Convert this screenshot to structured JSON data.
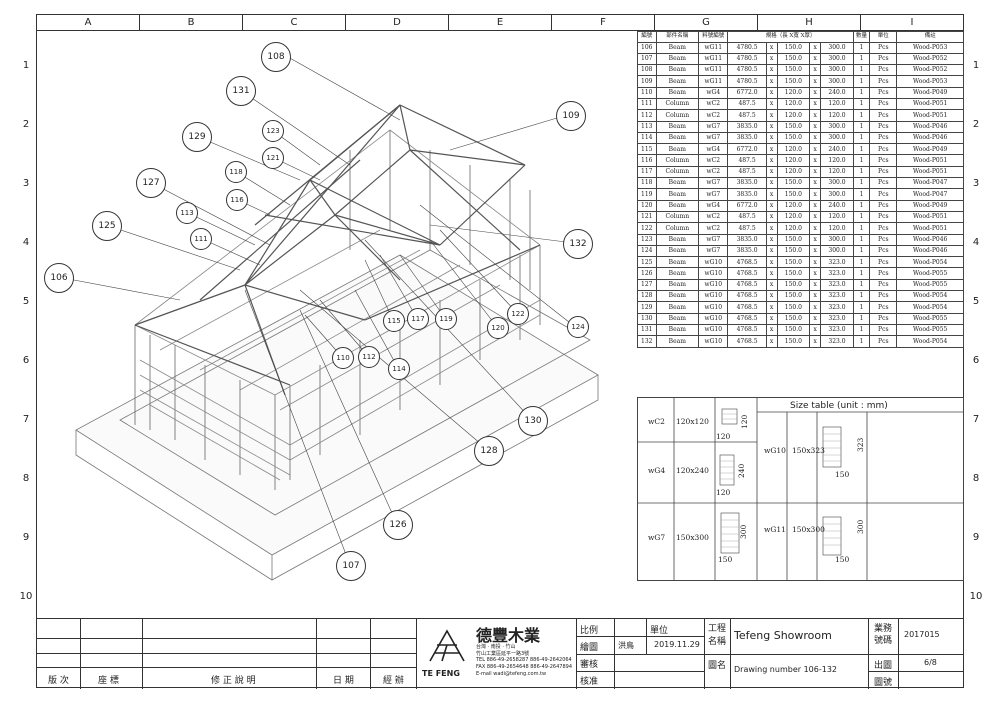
{
  "columns": [
    "A",
    "B",
    "C",
    "D",
    "E",
    "F",
    "G",
    "H",
    "I"
  ],
  "rows": [
    "1",
    "2",
    "3",
    "4",
    "5",
    "6",
    "7",
    "8",
    "9",
    "10"
  ],
  "parts_table": {
    "headers": [
      "編號",
      "部件名稱",
      "料號編號",
      "規格（長 X寬 X厚）",
      "",
      "",
      "",
      "",
      "數量",
      "單位",
      "備註"
    ],
    "rows": [
      [
        "106",
        "Beam",
        "wG11",
        "4780.5",
        "x",
        "150.0",
        "x",
        "300.0",
        "1",
        "Pcs",
        "Wood-P053"
      ],
      [
        "107",
        "Beam",
        "wG11",
        "4780.5",
        "x",
        "150.0",
        "x",
        "300.0",
        "1",
        "Pcs",
        "Wood-P052"
      ],
      [
        "108",
        "Beam",
        "wG11",
        "4780.5",
        "x",
        "150.0",
        "x",
        "300.0",
        "1",
        "Pcs",
        "Wood-P052"
      ],
      [
        "109",
        "Beam",
        "wG11",
        "4780.5",
        "x",
        "150.0",
        "x",
        "300.0",
        "1",
        "Pcs",
        "Wood-P053"
      ],
      [
        "110",
        "Beam",
        "wG4",
        "6772.0",
        "x",
        "120.0",
        "x",
        "240.0",
        "1",
        "Pcs",
        "Wood-P049"
      ],
      [
        "111",
        "Column",
        "wC2",
        "487.5",
        "x",
        "120.0",
        "x",
        "120.0",
        "1",
        "Pcs",
        "Wood-P051"
      ],
      [
        "112",
        "Column",
        "wC2",
        "487.5",
        "x",
        "120.0",
        "x",
        "120.0",
        "1",
        "Pcs",
        "Wood-P051"
      ],
      [
        "113",
        "Beam",
        "wG7",
        "3835.0",
        "x",
        "150.0",
        "x",
        "300.0",
        "1",
        "Pcs",
        "Wood-P046"
      ],
      [
        "114",
        "Beam",
        "wG7",
        "3835.0",
        "x",
        "150.0",
        "x",
        "300.0",
        "1",
        "Pcs",
        "Wood-P046"
      ],
      [
        "115",
        "Beam",
        "wG4",
        "6772.0",
        "x",
        "120.0",
        "x",
        "240.0",
        "1",
        "Pcs",
        "Wood-P049"
      ],
      [
        "116",
        "Column",
        "wC2",
        "487.5",
        "x",
        "120.0",
        "x",
        "120.0",
        "1",
        "Pcs",
        "Wood-P051"
      ],
      [
        "117",
        "Column",
        "wC2",
        "487.5",
        "x",
        "120.0",
        "x",
        "120.0",
        "1",
        "Pcs",
        "Wood-P051"
      ],
      [
        "118",
        "Beam",
        "wG7",
        "3835.0",
        "x",
        "150.0",
        "x",
        "300.0",
        "1",
        "Pcs",
        "Wood-P047"
      ],
      [
        "119",
        "Beam",
        "wG7",
        "3835.0",
        "x",
        "150.0",
        "x",
        "300.0",
        "1",
        "Pcs",
        "Wood-P047"
      ],
      [
        "120",
        "Beam",
        "wG4",
        "6772.0",
        "x",
        "120.0",
        "x",
        "240.0",
        "1",
        "Pcs",
        "Wood-P049"
      ],
      [
        "121",
        "Column",
        "wC2",
        "487.5",
        "x",
        "120.0",
        "x",
        "120.0",
        "1",
        "Pcs",
        "Wood-P051"
      ],
      [
        "122",
        "Column",
        "wC2",
        "487.5",
        "x",
        "120.0",
        "x",
        "120.0",
        "1",
        "Pcs",
        "Wood-P051"
      ],
      [
        "123",
        "Beam",
        "wG7",
        "3835.0",
        "x",
        "150.0",
        "x",
        "300.0",
        "1",
        "Pcs",
        "Wood-P046"
      ],
      [
        "124",
        "Beam",
        "wG7",
        "3835.0",
        "x",
        "150.0",
        "x",
        "300.0",
        "1",
        "Pcs",
        "Wood-P046"
      ],
      [
        "125",
        "Beam",
        "wG10",
        "4768.5",
        "x",
        "150.0",
        "x",
        "323.0",
        "1",
        "Pcs",
        "Wood-P054"
      ],
      [
        "126",
        "Beam",
        "wG10",
        "4768.5",
        "x",
        "150.0",
        "x",
        "323.0",
        "1",
        "Pcs",
        "Wood-P055"
      ],
      [
        "127",
        "Beam",
        "wG10",
        "4768.5",
        "x",
        "150.0",
        "x",
        "323.0",
        "1",
        "Pcs",
        "Wood-P055"
      ],
      [
        "128",
        "Beam",
        "wG10",
        "4768.5",
        "x",
        "150.0",
        "x",
        "323.0",
        "1",
        "Pcs",
        "Wood-P054"
      ],
      [
        "129",
        "Beam",
        "wG10",
        "4768.5",
        "x",
        "150.0",
        "x",
        "323.0",
        "1",
        "Pcs",
        "Wood-P054"
      ],
      [
        "130",
        "Beam",
        "wG10",
        "4768.5",
        "x",
        "150.0",
        "x",
        "323.0",
        "1",
        "Pcs",
        "Wood-P055"
      ],
      [
        "131",
        "Beam",
        "wG10",
        "4768.5",
        "x",
        "150.0",
        "x",
        "323.0",
        "1",
        "Pcs",
        "Wood-P055"
      ],
      [
        "132",
        "Beam",
        "wG10",
        "4768.5",
        "x",
        "150.0",
        "x",
        "323.0",
        "1",
        "Pcs",
        "Wood-P054"
      ]
    ]
  },
  "size_table": {
    "title": "Size table (unit : mm)",
    "items": [
      {
        "code": "wC2",
        "size": "120x120",
        "w": "120",
        "h": "120"
      },
      {
        "code": "wG4",
        "size": "120x240",
        "w": "120",
        "h": "240"
      },
      {
        "code": "wG7",
        "size": "150x300",
        "w": "150",
        "h": "300"
      },
      {
        "code": "wG10",
        "size": "150x323",
        "w": "150",
        "h": "323"
      },
      {
        "code": "wG11",
        "size": "150x300",
        "w": "150",
        "h": "300"
      }
    ]
  },
  "callouts": [
    "108",
    "131",
    "123",
    "121",
    "129",
    "109",
    "118",
    "127",
    "116",
    "113",
    "125",
    "111",
    "132",
    "106",
    "115",
    "117",
    "119",
    "120",
    "122",
    "124",
    "110",
    "112",
    "114",
    "130",
    "128",
    "126",
    "107"
  ],
  "revision_block": {
    "headers": [
      "版 次",
      "座 標",
      "修 正 說 明",
      "日 期",
      "經 辦"
    ]
  },
  "company": {
    "name": "德豐木業",
    "logo_text": "TE FENG",
    "address1": "台灣 · 南投 · 竹山",
    "address2": "竹山工業區延平一路3號",
    "tel": "TEL 886-49-2658287  886-49-2642064",
    "fax": "FAX 886-49-2654648  886-49-2647894",
    "email": "E-mail  wadi@tefeng.com.tw"
  },
  "title_block": {
    "scale_label": "比例",
    "unit_label": "單位",
    "drawn_label": "繪圖",
    "drawn_by": "洪鳥",
    "date": "2019.11.29",
    "review_label": "審核",
    "approve_label": "核准",
    "project_label": "工程名稱",
    "project_name": "Tefeng Showroom",
    "drawing_label": "圖名",
    "drawing_name": "Drawing number 106-132",
    "job_no_label": "業務號碼",
    "job_no": "2017015",
    "sheet_label": "出圖",
    "sheet": "6/8",
    "dwg_no_label": "圖號"
  }
}
